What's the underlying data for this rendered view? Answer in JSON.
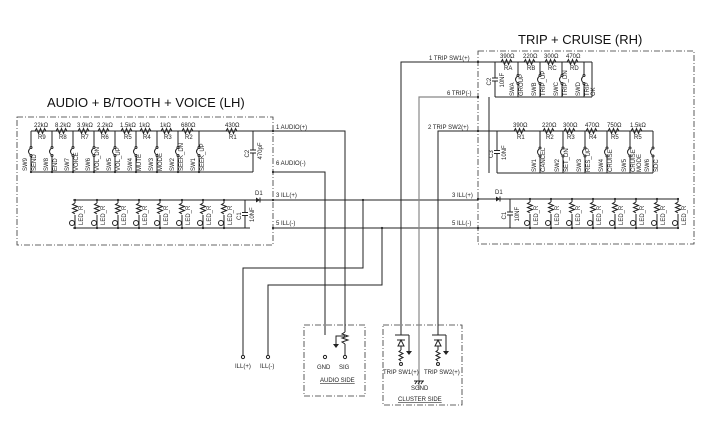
{
  "left": {
    "title": "AUDIO + B/TOOTH + VOICE (LH)",
    "resistors": [
      {
        "ref": "R9",
        "value": "22kΩ"
      },
      {
        "ref": "R8",
        "value": "8.2kΩ"
      },
      {
        "ref": "R7",
        "value": "3.9kΩ"
      },
      {
        "ref": "R6",
        "value": "2.2kΩ"
      },
      {
        "ref": "R5",
        "value": "1.5kΩ"
      },
      {
        "ref": "R4",
        "value": "1kΩ"
      },
      {
        "ref": "R3",
        "value": "1kΩ"
      },
      {
        "ref": "R2",
        "value": "680Ω"
      },
      {
        "ref": "R1",
        "value": "430Ω"
      }
    ],
    "switches": [
      {
        "ref": "SW9",
        "name": "SEND"
      },
      {
        "ref": "SW8",
        "name": "END"
      },
      {
        "ref": "SW7",
        "name": "VOICE"
      },
      {
        "ref": "SW6",
        "name": "VOL_DN"
      },
      {
        "ref": "SW5",
        "name": "VOL_UP"
      },
      {
        "ref": "SW4",
        "name": "MUTE"
      },
      {
        "ref": "SW3",
        "name": "MODE"
      },
      {
        "ref": "SW2",
        "name": "SEEK_DN"
      },
      {
        "ref": "SW1",
        "name": "SEEK_UP"
      }
    ],
    "c2": {
      "ref": "C2",
      "value": "470pF"
    },
    "c1": {
      "ref": "C1",
      "value": "10NF"
    },
    "d1": "D1",
    "led_label": "LED_R",
    "led_count": 8,
    "pins": {
      "audio_pos": "1 AUDIO(+)",
      "audio_neg": "6 AUDIO(-)",
      "ill_pos": "3 ILL(+)",
      "ill_neg": "5 ILL(-)"
    }
  },
  "right": {
    "title": "TRIP + CRUISE (RH)",
    "top_resistors": [
      {
        "ref": "RA",
        "value": "390Ω"
      },
      {
        "ref": "RB",
        "value": "220Ω"
      },
      {
        "ref": "RC",
        "value": "300Ω"
      },
      {
        "ref": "RD",
        "value": "470Ω"
      }
    ],
    "top_switches": [
      {
        "ref": "SWA",
        "name": "GROUP"
      },
      {
        "ref": "SWB",
        "name": "TRIP_UP"
      },
      {
        "ref": "SWC",
        "name": "TRIP_DN"
      },
      {
        "ref": "SWD",
        "name": "TRIP OK"
      }
    ],
    "c2": {
      "ref": "C2",
      "value": "10NF"
    },
    "mid_resistors": [
      {
        "ref": "R1",
        "value": "390Ω"
      },
      {
        "ref": "R2",
        "value": "220Ω"
      },
      {
        "ref": "R3",
        "value": "300Ω"
      },
      {
        "ref": "R4",
        "value": "470Ω"
      },
      {
        "ref": "R5",
        "value": "750Ω"
      },
      {
        "ref": "R5",
        "value": "1.5kΩ"
      }
    ],
    "mid_switches": [
      {
        "ref": "SW1",
        "name": "CANCEL"
      },
      {
        "ref": "SW2",
        "name": "SET_DN"
      },
      {
        "ref": "SW3",
        "name": "RES_UP"
      },
      {
        "ref": "SW4",
        "name": "CRUISE"
      },
      {
        "ref": "SW5",
        "name": "CRUISE MODE"
      },
      {
        "ref": "SW6",
        "name": "SDC"
      }
    ],
    "c3": {
      "ref": "C3",
      "value": "10NF"
    },
    "c1": {
      "ref": "C1",
      "value": "10NF"
    },
    "d1": "D1",
    "led_label": "LED_R",
    "led_count": 8,
    "pins": {
      "trip_sw1": "1 TRIP SW1(+)",
      "trip_neg": "6 TRIP(-)",
      "trip_sw2": "2 TRIP SW2(+)",
      "ill_pos": "3 ILL(+)",
      "ill_neg": "5 ILL(-)"
    }
  },
  "terminals": {
    "ill_pos": "ILL(+)",
    "ill_neg": "ILL(-)"
  },
  "audio_side": {
    "label": "AUDIO SIDE",
    "gnd": "GND",
    "sig": "SIG"
  },
  "cluster_side": {
    "label": "CLUSTER SIDE",
    "sw1": "TRIP SW1(+)",
    "sw2": "TRIP SW2(+)",
    "sgnd": "SGND"
  }
}
